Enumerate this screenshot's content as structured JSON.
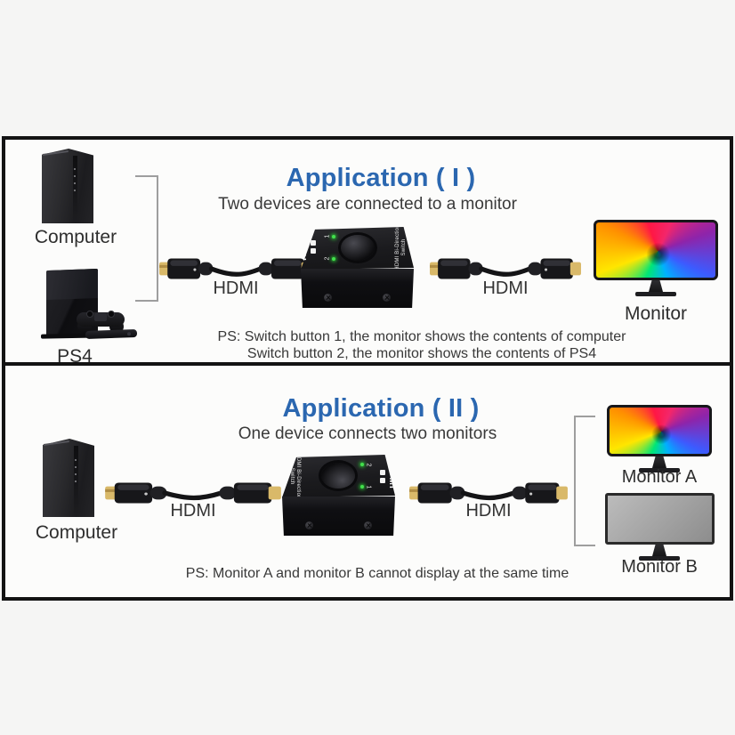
{
  "colors": {
    "title_blue": "#2b67b0",
    "panel_border": "#131313",
    "led_green": "#43e04c",
    "connector_gold": "#d9b969",
    "background": "#f5f5f4"
  },
  "section1": {
    "title": "Application ( I )",
    "subtitle": "Two devices are connected to a monitor",
    "computer_label": "Computer",
    "ps4_label": "PS4",
    "hdmi_left_label": "HDMI",
    "hdmi_right_label": "HDMI",
    "monitor_label": "Monitor",
    "note_line1": "PS: Switch button 1, the monitor shows the contents of computer",
    "note_line2": "Switch button 2, the monitor shows the contents of PS4"
  },
  "section2": {
    "title": "Application ( II )",
    "subtitle": "One device connects two monitors",
    "computer_label": "Computer",
    "hdmi_left_label": "HDMI",
    "hdmi_right_label": "HDMI",
    "monitor_a_label": "Monitor A",
    "monitor_b_label": "Monitor B",
    "note_line1": "PS: Monitor A and monitor B cannot display at the same time"
  },
  "switch_device": {
    "logo": "HDMI",
    "side_text_line1": "HDMI Bi-Direction",
    "side_text_line2": "Switch",
    "led1_label": "1",
    "led2_label": "2"
  }
}
